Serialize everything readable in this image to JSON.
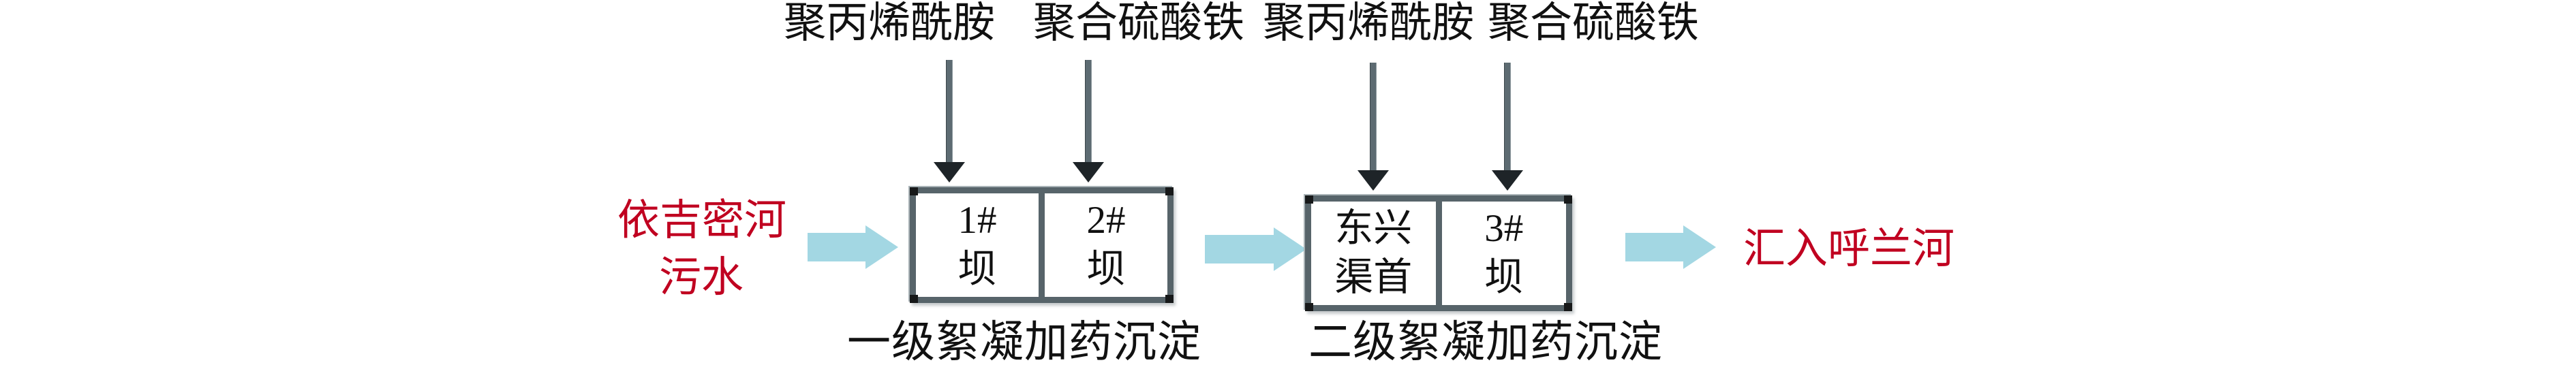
{
  "diagram": {
    "title_implicit": "",
    "source_label": {
      "line1": "依吉密河",
      "line2": "污水"
    },
    "outlet_label": "汇入呼兰河",
    "chemical_labels": [
      "聚丙烯酰胺",
      "聚合硫酸铁",
      "聚丙烯酰胺",
      "聚合硫酸铁"
    ],
    "stage1": {
      "cells": [
        {
          "line1": "1#",
          "line2": "坝"
        },
        {
          "line1": "2#",
          "line2": "坝"
        }
      ],
      "caption": "一级絮凝加药沉淀"
    },
    "stage2": {
      "cells": [
        {
          "line1": "东兴",
          "line2": "渠首"
        },
        {
          "line1": "3#",
          "line2": "坝"
        }
      ],
      "caption": "二级絮凝加药沉淀"
    },
    "colors": {
      "accent_red": "#c00020",
      "arrow_cyan": "#a3d7e3",
      "box_border_gray": "#57646a",
      "dosing_stem_gray": "#5d6b72",
      "text_black": "#111111"
    }
  }
}
